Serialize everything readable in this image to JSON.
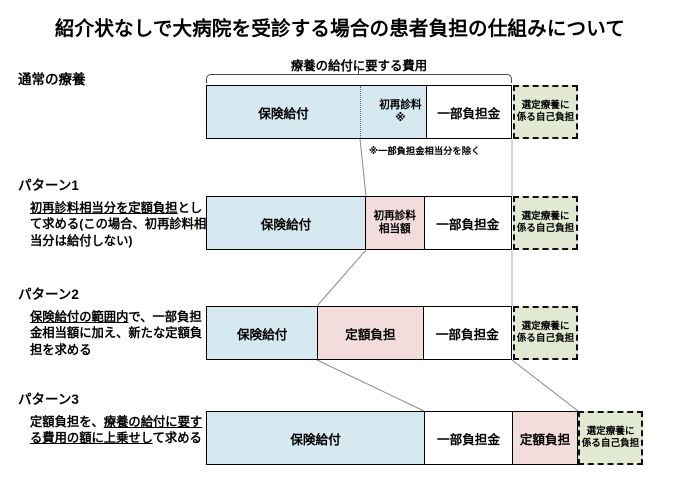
{
  "title": "紹介状なしで大病院を受診する場合の患者負担の仕組みについて",
  "colors": {
    "insurance_blue": "#d6e8f0",
    "flat_pink": "#f2dcdc",
    "selected_green": "#e2e9d2",
    "outline": "#000000",
    "connector": "#8a8a8a"
  },
  "cost_bracket": {
    "label": "療養の給付に要する費用"
  },
  "footnote": "※一部負担金相当分を除く",
  "rows": [
    {
      "heading": "通常の療養",
      "description": "",
      "segments": [
        {
          "label": "保険給付",
          "color": "insurance_blue",
          "style": "normal"
        },
        {
          "label": "初再診料\n※",
          "color": "insurance_blue",
          "style": "small-right",
          "divider": "dotted"
        },
        {
          "label": "一部負担金",
          "color": "white",
          "style": "normal",
          "divider": "solid"
        }
      ],
      "extra": {
        "label": "選定療養に\n係る自己負担",
        "color": "selected_green"
      }
    },
    {
      "heading": "パターン1",
      "description": "初再診料相当分を定額負担として求める(この場合、初再診料相当分は給付しない)",
      "description_underline": "初再診料相当分を定額負担",
      "segments": [
        {
          "label": "保険給付",
          "color": "insurance_blue",
          "style": "normal"
        },
        {
          "label": "初再診料\n相当額",
          "color": "flat_pink",
          "style": "small",
          "divider": "solid"
        },
        {
          "label": "一部負担金",
          "color": "white",
          "style": "normal",
          "divider": "solid"
        }
      ],
      "extra": {
        "label": "選定療養に\n係る自己負担",
        "color": "selected_green"
      }
    },
    {
      "heading": "パターン2",
      "description": "保険給付の範囲内で、一部負担金相当額に加え、新たな定額負担を求める",
      "description_underline": "保険給付の範囲内",
      "segments": [
        {
          "label": "保険給付",
          "color": "insurance_blue",
          "style": "normal"
        },
        {
          "label": "定額負担",
          "color": "flat_pink",
          "style": "normal",
          "divider": "solid"
        },
        {
          "label": "一部負担金",
          "color": "white",
          "style": "normal",
          "divider": "solid"
        }
      ],
      "extra": {
        "label": "選定療養に\n係る自己負担",
        "color": "selected_green"
      }
    },
    {
      "heading": "パターン3",
      "description": "定額負担を、療養の給付に要する費用の額に上乗せして求める",
      "description_underline": "療養の給付に要する費用の額に上乗せし",
      "segments": [
        {
          "label": "保険給付",
          "color": "insurance_blue",
          "style": "normal"
        },
        {
          "label": "一部負担金",
          "color": "white",
          "style": "normal",
          "divider": "solid"
        },
        {
          "label": "定額負担",
          "color": "flat_pink",
          "style": "normal",
          "divider": "solid"
        }
      ],
      "extra": {
        "label": "選定療養に\n係る自己負担",
        "color": "selected_green"
      }
    }
  ]
}
